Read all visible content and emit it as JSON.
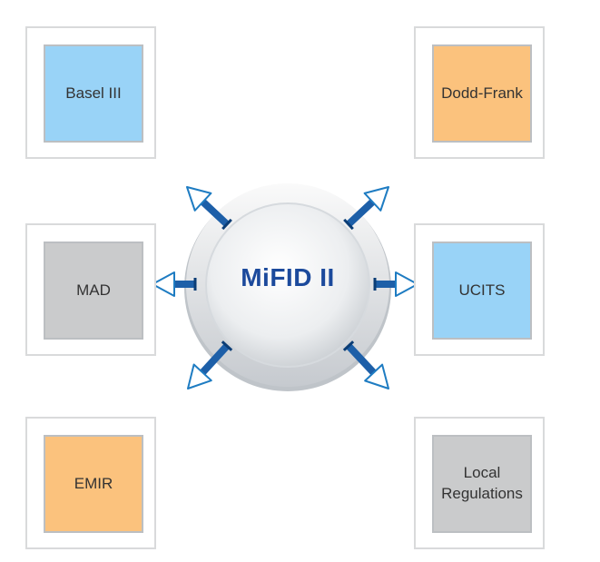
{
  "hub": {
    "label": "MiFID II"
  },
  "boxes": [
    {
      "id": "basel",
      "label": "Basel III",
      "color": "#99d3f7"
    },
    {
      "id": "dodd",
      "label": "Dodd-Frank",
      "color": "#fbc27d"
    },
    {
      "id": "mad",
      "label": "MAD",
      "color": "#cacbcc"
    },
    {
      "id": "ucits",
      "label": "UCITS",
      "color": "#99d3f7"
    },
    {
      "id": "emir",
      "label": "EMIR",
      "color": "#fbc27d"
    },
    {
      "id": "local",
      "label": "Local Regulations",
      "color": "#cacbcc"
    }
  ],
  "colors": {
    "accent": "#1c4a9c",
    "arrow_fill": "#ffffff",
    "arrow_stroke": "#1e7cc2",
    "connector": "#1d5fa8"
  }
}
